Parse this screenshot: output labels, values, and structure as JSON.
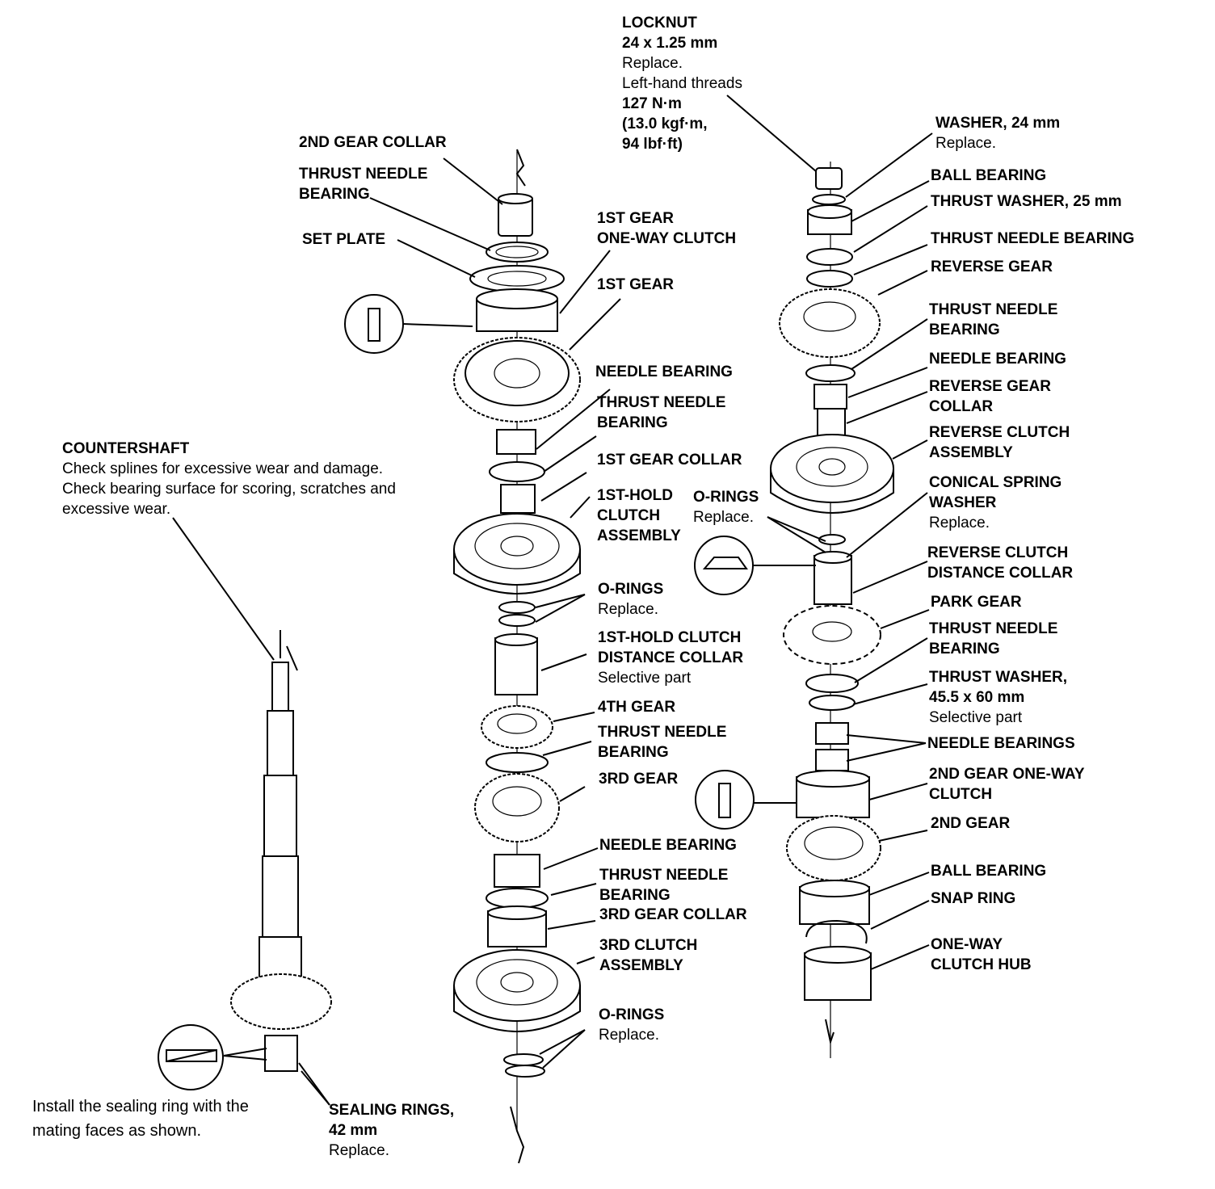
{
  "labels": {
    "locknut": {
      "title": [
        "LOCKNUT",
        "24 x 1.25 mm"
      ],
      "notes": [
        "Replace.",
        "Left-hand threads"
      ],
      "spec": [
        "127 N·m",
        "(13.0 kgf·m,",
        "94 lbf·ft)"
      ]
    },
    "gear2_collar": {
      "title": [
        "2ND GEAR COLLAR"
      ]
    },
    "thrust_needle_top_left": {
      "title": [
        "THRUST NEEDLE",
        "BEARING"
      ]
    },
    "set_plate": {
      "title": [
        "SET PLATE"
      ]
    },
    "gear1_owc": {
      "title": [
        "1ST GEAR",
        "ONE-WAY CLUTCH"
      ]
    },
    "gear1": {
      "title": [
        "1ST GEAR"
      ]
    },
    "needle_bearing_1": {
      "title": [
        "NEEDLE BEARING"
      ]
    },
    "thrust_needle_1": {
      "title": [
        "THRUST NEEDLE",
        "BEARING"
      ]
    },
    "gear1_collar": {
      "title": [
        "1ST GEAR COLLAR"
      ]
    },
    "hold1_clutch": {
      "title": [
        "1ST-HOLD",
        "CLUTCH",
        "ASSEMBLY"
      ]
    },
    "orings_mid": {
      "title": [
        "O-RINGS"
      ],
      "notes": [
        "Replace."
      ]
    },
    "orings_1": {
      "title": [
        "O-RINGS"
      ],
      "notes": [
        "Replace."
      ]
    },
    "hold1_collar": {
      "title": [
        "1ST-HOLD CLUTCH",
        "DISTANCE COLLAR"
      ],
      "notes": [
        "Selective part"
      ]
    },
    "gear4": {
      "title": [
        "4TH GEAR"
      ]
    },
    "thrust_needle_2": {
      "title": [
        "THRUST NEEDLE",
        "BEARING"
      ]
    },
    "gear3": {
      "title": [
        "3RD GEAR"
      ]
    },
    "needle_bearing_2": {
      "title": [
        "NEEDLE BEARING"
      ]
    },
    "thrust_needle_3": {
      "title": [
        "THRUST NEEDLE",
        "BEARING"
      ]
    },
    "gear3_collar": {
      "title": [
        "3RD GEAR COLLAR"
      ]
    },
    "clutch3": {
      "title": [
        "3RD CLUTCH",
        "ASSEMBLY"
      ]
    },
    "orings_2": {
      "title": [
        "O-RINGS"
      ],
      "notes": [
        "Replace."
      ]
    },
    "countershaft": {
      "title": [
        "COUNTERSHAFT"
      ],
      "notes": [
        "Check splines for excessive wear and damage.",
        "Check bearing surface for scoring, scratches and",
        "excessive wear."
      ]
    },
    "install_note": {
      "notes": [
        "Install the sealing ring with the",
        "mating faces as shown."
      ]
    },
    "sealing_rings": {
      "title": [
        "SEALING RINGS,",
        "42 mm"
      ],
      "notes": [
        "Replace."
      ]
    },
    "washer24": {
      "title": [
        "WASHER, 24 mm"
      ],
      "notes": [
        "Replace."
      ]
    },
    "ball_bearing_top": {
      "title": [
        "BALL BEARING"
      ]
    },
    "thrust_washer25": {
      "title": [
        "THRUST WASHER, 25 mm"
      ]
    },
    "thrust_needle_r1": {
      "title": [
        "THRUST NEEDLE BEARING"
      ]
    },
    "reverse_gear": {
      "title": [
        "REVERSE GEAR"
      ]
    },
    "thrust_needle_r2": {
      "title": [
        "THRUST NEEDLE",
        "BEARING"
      ]
    },
    "needle_bearing_r": {
      "title": [
        "NEEDLE BEARING"
      ]
    },
    "reverse_collar": {
      "title": [
        "REVERSE GEAR",
        "COLLAR"
      ]
    },
    "reverse_clutch": {
      "title": [
        "REVERSE CLUTCH",
        "ASSEMBLY"
      ]
    },
    "conical_washer": {
      "title": [
        "CONICAL SPRING",
        "WASHER"
      ],
      "notes": [
        "Replace."
      ]
    },
    "reverse_distance": {
      "title": [
        "REVERSE CLUTCH",
        "DISTANCE COLLAR"
      ]
    },
    "park_gear": {
      "title": [
        "PARK GEAR"
      ]
    },
    "thrust_needle_r3": {
      "title": [
        "THRUST NEEDLE",
        "BEARING"
      ]
    },
    "thrust_washer45": {
      "title": [
        "THRUST WASHER,",
        "45.5 x 60 mm"
      ],
      "notes": [
        "Selective part"
      ]
    },
    "needle_bearings": {
      "title": [
        "NEEDLE BEARINGS"
      ]
    },
    "gear2_owc": {
      "title": [
        "2ND GEAR ONE-WAY",
        "CLUTCH"
      ]
    },
    "gear2": {
      "title": [
        "2ND GEAR"
      ]
    },
    "ball_bearing_bot": {
      "title": [
        "BALL BEARING"
      ]
    },
    "snap_ring": {
      "title": [
        "SNAP RING"
      ]
    },
    "owc_hub": {
      "title": [
        "ONE-WAY",
        "CLUTCH HUB"
      ]
    }
  }
}
